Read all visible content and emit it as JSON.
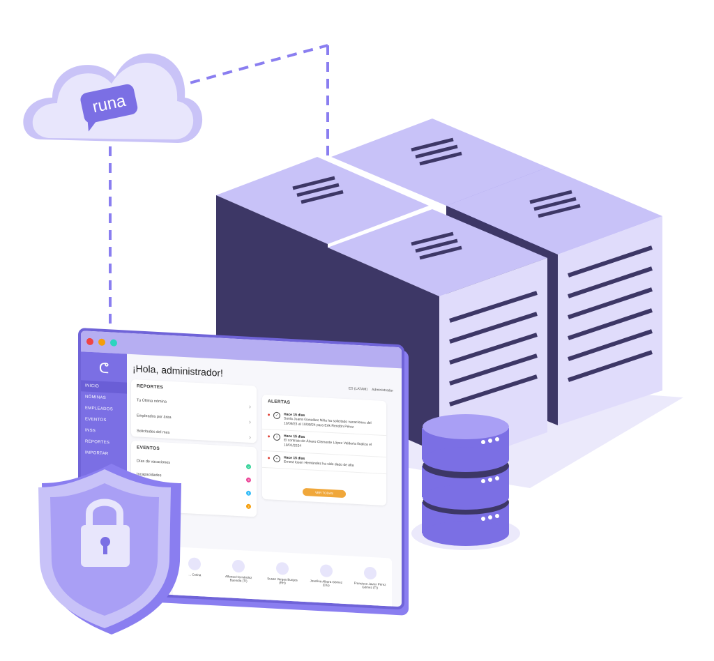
{
  "brand": {
    "cloud_logo": "runa"
  },
  "window": {
    "dots": [
      "#ef4444",
      "#f59e0b",
      "#2dd4bf"
    ],
    "greeting": "¡Hola, administrador!",
    "locale": "ES (LATAM)",
    "user": "Administrador",
    "nav": [
      "INICIO",
      "NÓMINAS",
      "EMPLEADOS",
      "EVENTOS",
      "INSS",
      "REPORTES",
      "IMPORTAR"
    ],
    "reportes": {
      "title": "REPORTES",
      "items": [
        "Tu Última nómina",
        "Empleados por área",
        "Solicitudes del mes"
      ]
    },
    "eventos": {
      "title": "EVENTOS",
      "items": [
        "Días de vacaciones",
        "Incapacidades",
        "",
        ""
      ],
      "counts": [
        "0",
        "3",
        "1",
        "2"
      ],
      "badge_colors": [
        "#34d399",
        "#ec4899",
        "#38bdf8",
        "#f59e0b"
      ]
    },
    "alertas": {
      "title": "ALERTAS",
      "items": [
        {
          "time": "Hace 15 días",
          "text": "Sonia Juana González Niño ha solicitado vacaciones del 10/09/23 al 10/09/24 para Erik Rendón Pérez"
        },
        {
          "time": "Hace 15 días",
          "text": "El contrato de Álvaro Clemente López Valdería finaliza el 19/01/2024"
        },
        {
          "time": "Hace 15 días",
          "text": "Ernest Iosen Hernández ha sido dado de alta"
        }
      ],
      "button": "VER TODAS"
    },
    "people": [
      "... Cetina",
      "Alfonso Hernández Buendía (TI)",
      "Susan Vargas Burgos (RH)",
      "Josefina Albora Gómez (DG)",
      "Francisco Javier Pérez Gómez (TI)"
    ]
  },
  "colors": {
    "accent": "#7b6fe4",
    "light": "#c8c2f8",
    "dark": "#3d3766"
  }
}
